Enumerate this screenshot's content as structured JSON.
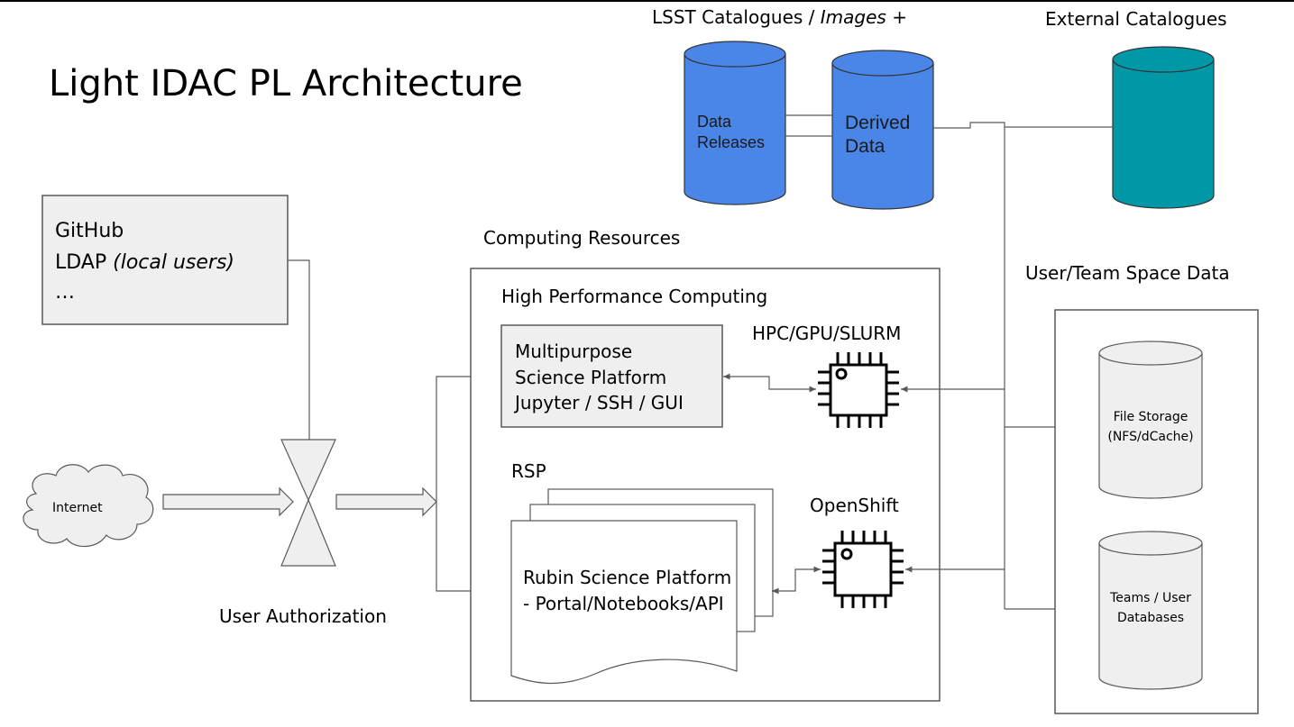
{
  "slide": {
    "title": "Light IDAC PL Architecture"
  },
  "auth_sources": {
    "line1": "GitHub",
    "line2_main": "LDAP ",
    "line2_italic": "(local users)",
    "line3": "…"
  },
  "internet": {
    "label": "Internet"
  },
  "user_auth": {
    "label": "User Authorization"
  },
  "lsst": {
    "header_main": "LSST Catalogues / ",
    "header_italic": "Images +",
    "data_releases_1": "Data",
    "data_releases_2": "Releases",
    "derived_1": "Derived",
    "derived_2": "Data"
  },
  "external": {
    "header": "External Catalogues"
  },
  "computing": {
    "header": "Computing Resources",
    "hpc_header": "High Performance Computing",
    "mpsp_1": "Multipurpose",
    "mpsp_2": "Science Platform",
    "mpsp_3": "Jupyter / SSH / GUI",
    "hpc_chip_label": "HPC/GPU/SLURM",
    "rsp_header": "RSP",
    "rsp_1": "Rubin Science Platform",
    "rsp_2": "- Portal/Notebooks/API",
    "openshift_label": "OpenShift"
  },
  "user_space": {
    "header": "User/Team Space Data",
    "file_storage_1": "File Storage",
    "file_storage_2": "(NFS/dCache)",
    "teams_1": "Teams / User",
    "teams_2": "Databases"
  },
  "colors": {
    "lsst_cylinder": "#4a86e8",
    "external_cylinder": "#0097a7",
    "box_fill": "#efefef",
    "line": "#595959"
  }
}
